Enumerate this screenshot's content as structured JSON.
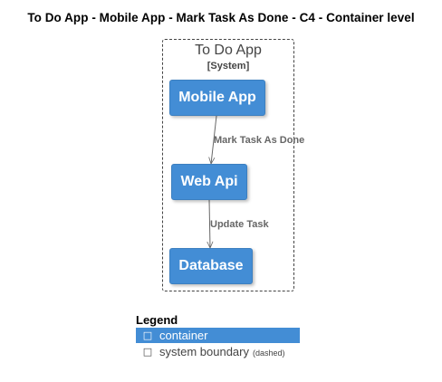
{
  "title": "To Do App - Mobile App - Mark Task As Done - C4 - Container level",
  "boundary": {
    "name": "To Do App",
    "type": "[System]",
    "style": "dashed",
    "border_color": "#444444"
  },
  "containers": [
    {
      "id": "mobile-app",
      "label": "Mobile App"
    },
    {
      "id": "web-api",
      "label": "Web Api"
    },
    {
      "id": "database",
      "label": "Database"
    }
  ],
  "relationships": [
    {
      "from": "mobile-app",
      "to": "web-api",
      "label": "Mark Task As Done"
    },
    {
      "from": "web-api",
      "to": "database",
      "label": "Update Task"
    }
  ],
  "colors": {
    "container_fill": "#438dd5",
    "container_text": "#ffffff",
    "edge": "#666666"
  },
  "legend": {
    "title": "Legend",
    "items": [
      {
        "icon": "container-icon",
        "label": "container",
        "note": ""
      },
      {
        "icon": "boundary-icon",
        "label": "system boundary",
        "note": "(dashed)"
      }
    ]
  }
}
